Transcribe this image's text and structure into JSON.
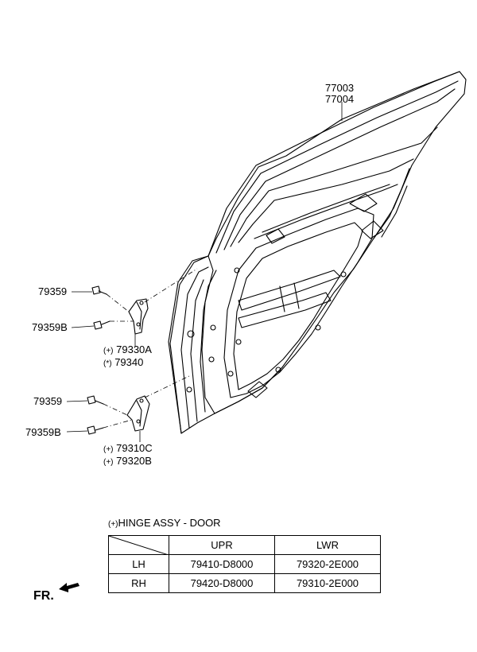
{
  "callouts": {
    "door_main_1": "77003",
    "door_main_2": "77004",
    "bolt_upper": "79359",
    "bolt_upper_b": "79359B",
    "upper_hinge_1": "79330A",
    "upper_hinge_2": "79340",
    "bolt_lower": "79359",
    "bolt_lower_b": "79359B",
    "lower_hinge_1": "79310C",
    "lower_hinge_2": "79320B"
  },
  "markers": {
    "hinge_assy": "(+)",
    "upper_hinge_1": "(+)",
    "upper_hinge_2": "(*)",
    "lower_hinge_1": "(+)",
    "lower_hinge_2": "(+)"
  },
  "legend": {
    "text": "HINGE ASSY - DOOR"
  },
  "table": {
    "headers": [
      "UPR",
      "LWR"
    ],
    "rows": [
      {
        "label": "LH",
        "upr": "79410-D8000",
        "lwr": "79320-2E000"
      },
      {
        "label": "RH",
        "upr": "79420-D8000",
        "lwr": "79310-2E000"
      }
    ]
  },
  "direction": {
    "label": "FR."
  }
}
